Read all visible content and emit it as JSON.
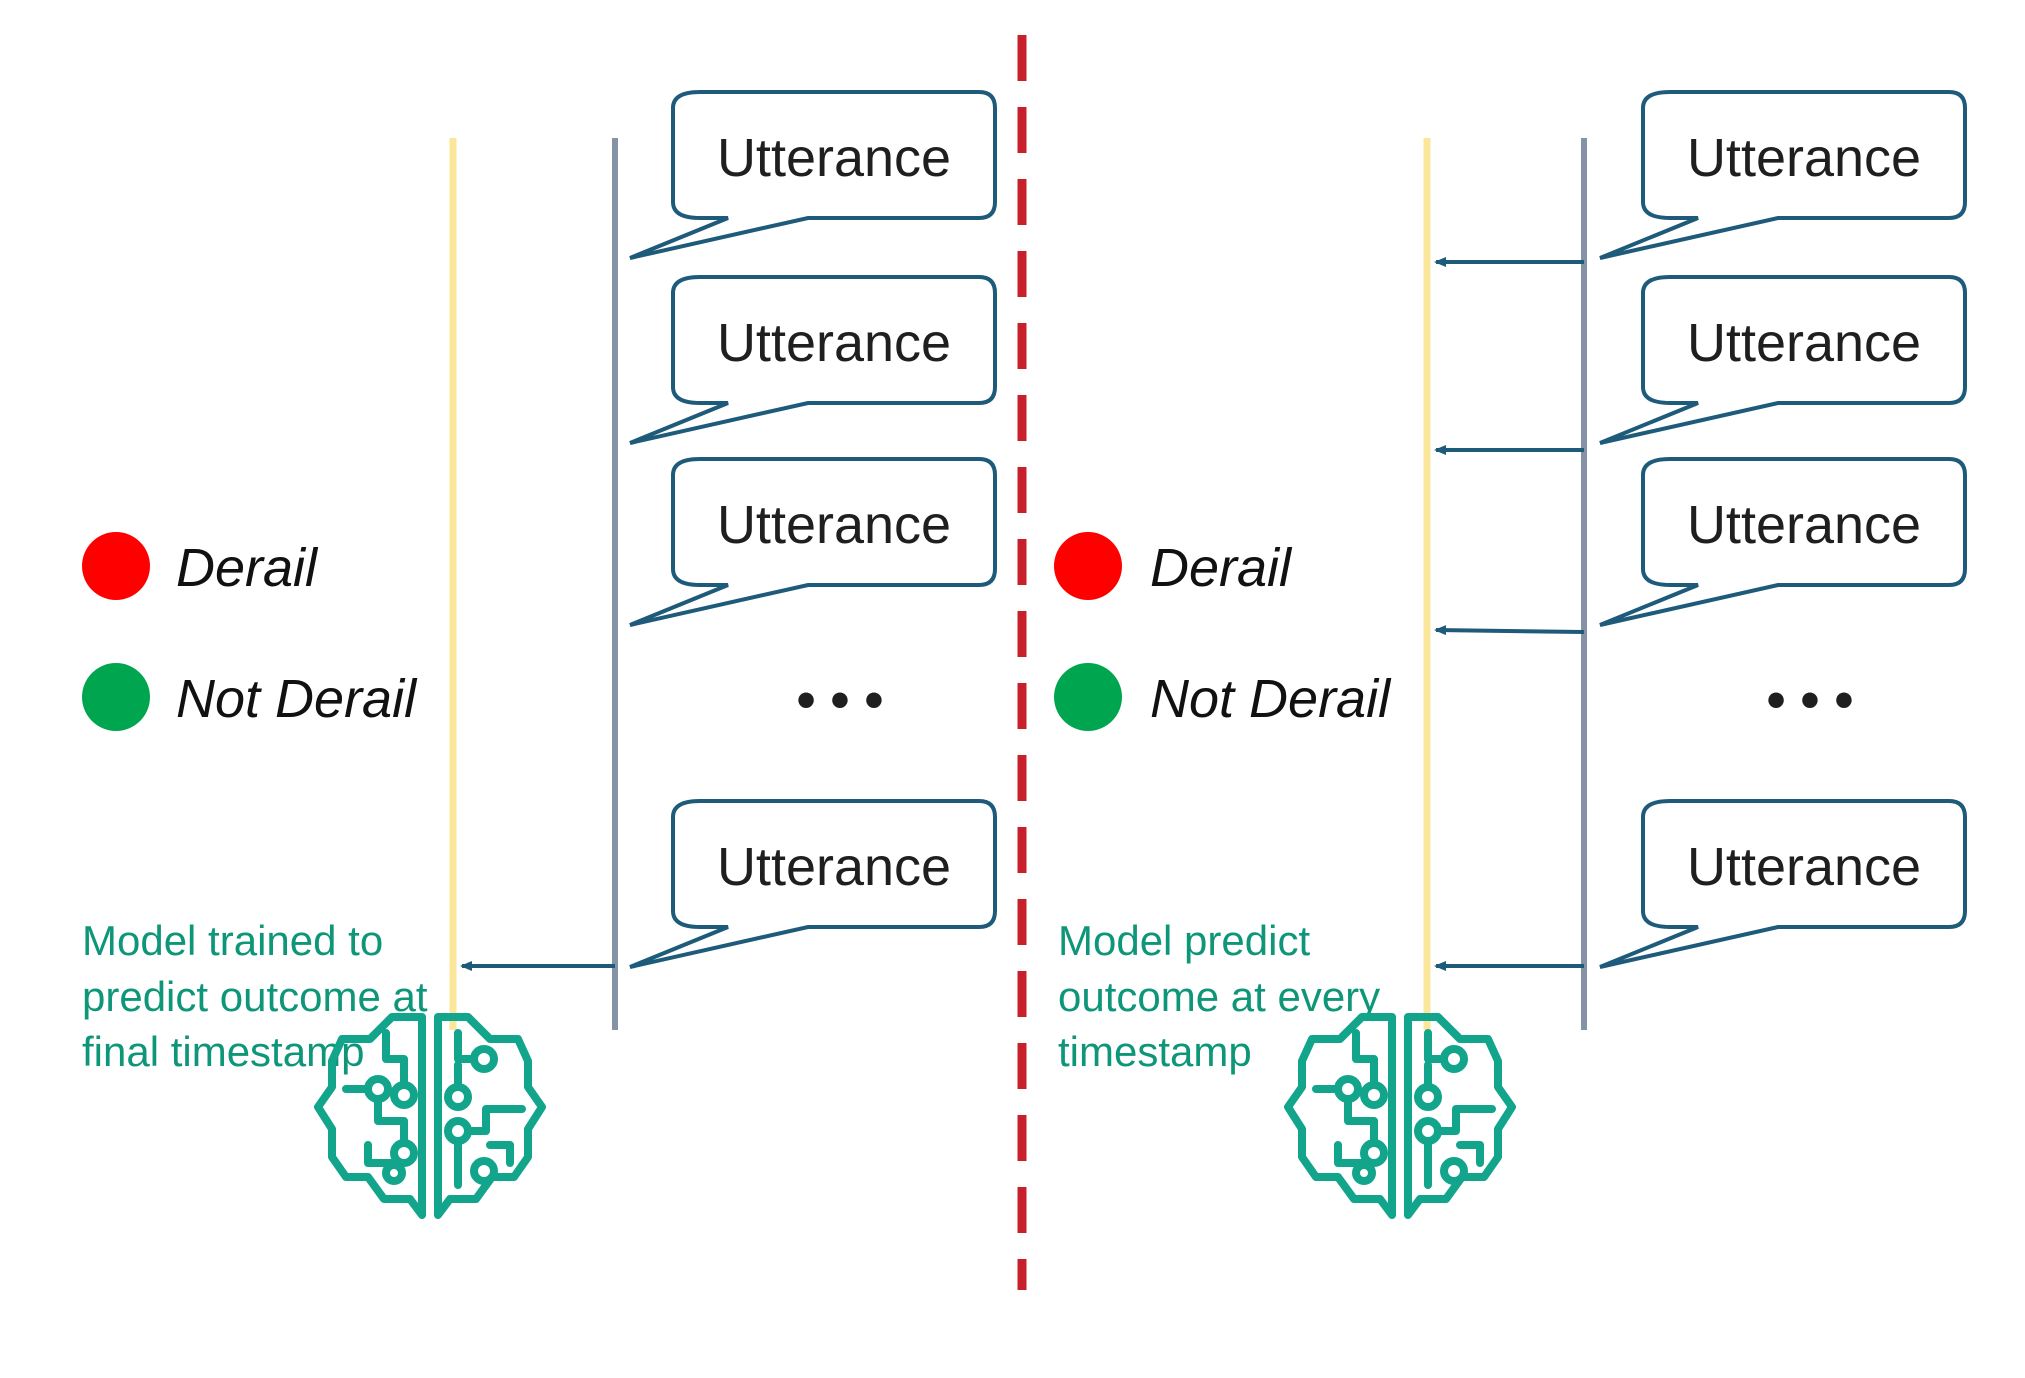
{
  "colors": {
    "timeline_yellow": "#FAE79B",
    "timeline_gray": "#8593A6",
    "bubble_stroke": "#1E5A7A",
    "arrow": "#1E5A7A",
    "divider": "#C8202A",
    "derail_dot": "#FF0000",
    "not_derail_dot": "#00A64F",
    "caption": "#0E9679",
    "brain": "#12A58C"
  },
  "icons": {
    "brain": "brain-circuit-icon"
  },
  "panels": [
    {
      "id": "left",
      "utterances": [
        "Utterance",
        "Utterance",
        "Utterance",
        "Utterance"
      ],
      "ellipsis": "• • •",
      "legend": {
        "derail": "Derail",
        "not_derail": "Not Derail"
      },
      "caption": [
        "Model trained to",
        "predict outcome at",
        "final timestamp"
      ]
    },
    {
      "id": "right",
      "utterances": [
        "Utterance",
        "Utterance",
        "Utterance",
        "Utterance"
      ],
      "ellipsis": "• • •",
      "legend": {
        "derail": "Derail",
        "not_derail": "Not Derail"
      },
      "caption": [
        "Model predict",
        "outcome at every",
        "timestamp"
      ]
    }
  ]
}
